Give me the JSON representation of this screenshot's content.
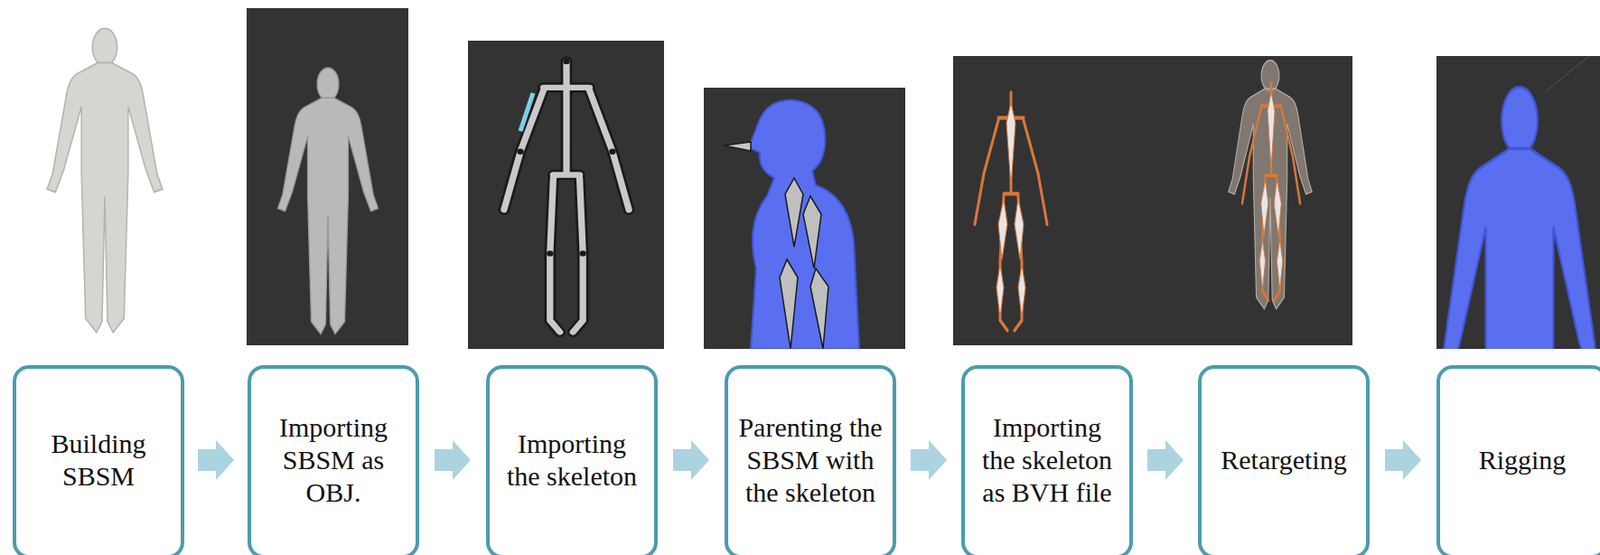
{
  "diagram": {
    "nodes": [
      {
        "text": [
          "Building SBSM"
        ]
      },
      {
        "text": [
          "Importing SBSM as OBJ."
        ]
      },
      {
        "text": [
          "Importing the skeleton"
        ]
      },
      {
        "text": [
          "Parenting the SBSM with the skeleton"
        ]
      },
      {
        "text": [
          "Importing the skeleton as BVH file"
        ]
      },
      {
        "text": [
          "Retargeting"
        ]
      },
      {
        "text": [
          "Rigging"
        ]
      }
    ],
    "edges": [
      {
        "from": 0,
        "to": 1,
        "arrow": "to"
      },
      {
        "from": 1,
        "to": 2,
        "arrow": "to"
      },
      {
        "from": 2,
        "to": 3,
        "arrow": "to"
      },
      {
        "from": 3,
        "to": 4,
        "arrow": "to"
      },
      {
        "from": 4,
        "to": 5,
        "arrow": "to"
      },
      {
        "from": 5,
        "to": 6,
        "arrow": "to"
      }
    ]
  }
}
